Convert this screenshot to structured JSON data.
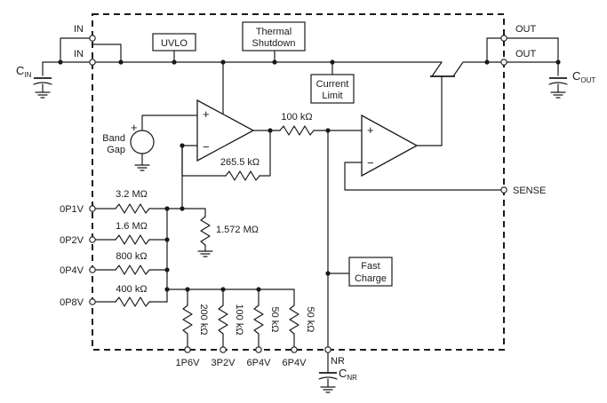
{
  "pins": {
    "in_top": "IN",
    "in_bottom": "IN",
    "out_top": "OUT",
    "out_bottom": "OUT",
    "sense": "SENSE",
    "nr": "NR",
    "p0p1v": "0P1V",
    "p0p2v": "0P2V",
    "p0p4v": "0P4V",
    "p0p8v": "0P8V",
    "p1p6v": "1P6V",
    "p3p2v": "3P2V",
    "p6p4v_a": "6P4V",
    "p6p4v_b": "6P4V"
  },
  "blocks": {
    "uvlo": "UVLO",
    "thermal_line1": "Thermal",
    "thermal_line2": "Shutdown",
    "current_line1": "Current",
    "current_line2": "Limit",
    "fast_line1": "Fast",
    "fast_line2": "Charge",
    "bandgap_line1": "Band",
    "bandgap_line2": "Gap"
  },
  "resistors": {
    "r_100k": "100 kΩ",
    "r_265k": "265.5 kΩ",
    "r_3m2": "3.2 MΩ",
    "r_1m6": "1.6 MΩ",
    "r_800k": "800 kΩ",
    "r_400k": "400 kΩ",
    "r_1m572": "1.572 MΩ",
    "r_200k": "200 kΩ",
    "r_100k_v": "100 kΩ",
    "r_50k_a": "50 kΩ",
    "r_50k_b": "50 kΩ"
  },
  "caps": {
    "cin_main": "C",
    "cin_sub": "IN",
    "cout_main": "C",
    "cout_sub": "OUT",
    "cnr_main": "C",
    "cnr_sub": "NR"
  },
  "opamp_signs": {
    "plus": "+",
    "minus": "−"
  }
}
